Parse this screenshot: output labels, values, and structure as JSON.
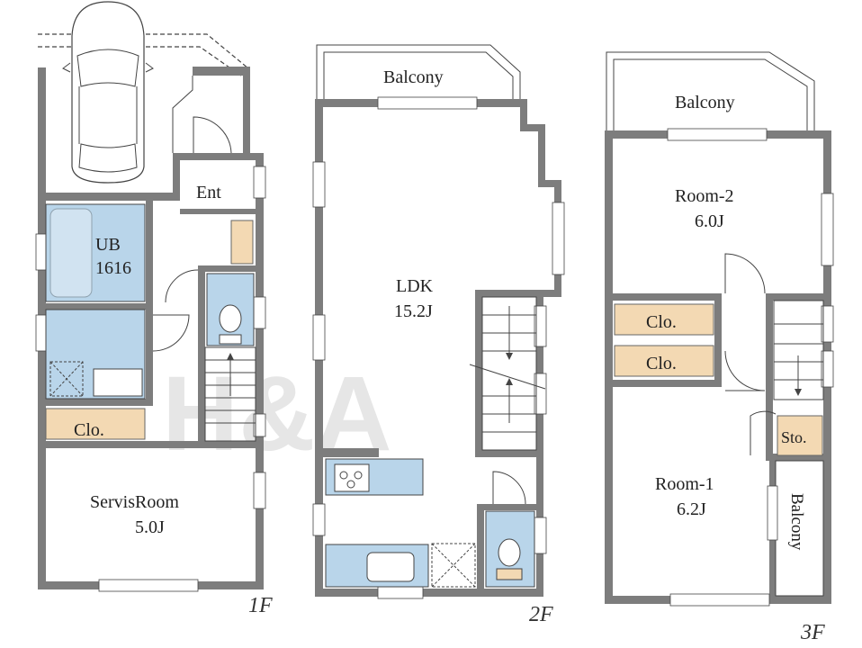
{
  "watermark": "H&A",
  "floors": [
    {
      "id": "1f",
      "label": "1F",
      "rooms": [
        {
          "id": "ent",
          "name": "Ent",
          "size": ""
        },
        {
          "id": "ub",
          "name": "UB",
          "size": "1616"
        },
        {
          "id": "clo",
          "name": "Clo.",
          "size": ""
        },
        {
          "id": "servisroom",
          "name": "ServisRoom",
          "size": "5.0J"
        }
      ]
    },
    {
      "id": "2f",
      "label": "2F",
      "rooms": [
        {
          "id": "balcony",
          "name": "Balcony",
          "size": ""
        },
        {
          "id": "ldk",
          "name": "LDK",
          "size": "15.2J"
        }
      ]
    },
    {
      "id": "3f",
      "label": "3F",
      "rooms": [
        {
          "id": "balcony",
          "name": "Balcony",
          "size": ""
        },
        {
          "id": "room2",
          "name": "Room-2",
          "size": "6.0J"
        },
        {
          "id": "clo-a",
          "name": "Clo.",
          "size": ""
        },
        {
          "id": "clo-b",
          "name": "Clo.",
          "size": ""
        },
        {
          "id": "sto",
          "name": "Sto.",
          "size": ""
        },
        {
          "id": "room1",
          "name": "Room-1",
          "size": "6.2J"
        },
        {
          "id": "side-balcony",
          "name": "Balcony",
          "size": ""
        }
      ]
    }
  ],
  "colors": {
    "wall": "#7d7d7d",
    "fixture": "#b9d5ea",
    "closet": "#f3d9b3",
    "watermark": "#e6e6e6"
  }
}
